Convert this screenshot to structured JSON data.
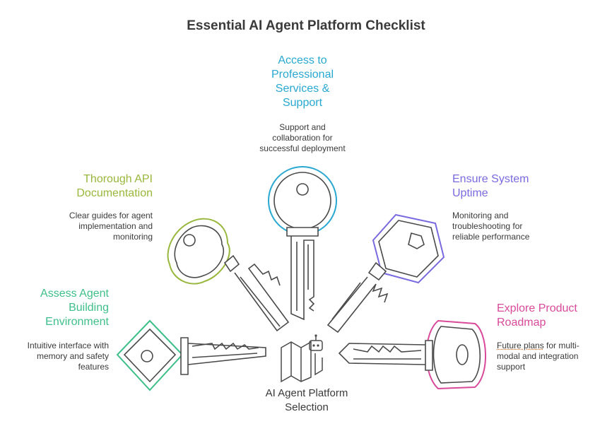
{
  "title": "Essential AI Agent Platform Checklist",
  "center_label": "AI Agent Platform\nSelection",
  "colors": {
    "support": "#29a8d1",
    "api": "#98b73c",
    "uptime": "#7a6ae0",
    "assess": "#3fbf8a",
    "roadmap": "#d94a9a",
    "outline": "#4a4a4a"
  },
  "items": {
    "support": {
      "heading": "Access to\nProfessional\nServices &\nSupport",
      "description": "Support and\ncollaboration for\nsuccessful deployment"
    },
    "api": {
      "heading": "Thorough API\nDocumentation",
      "description": "Clear guides for agent\nimplementation and\nmonitoring"
    },
    "uptime": {
      "heading": "Ensure System\nUptime",
      "description": "Monitoring and\ntroubleshooting for\nreliable performance"
    },
    "assess": {
      "heading": "Assess Agent\nBuilding\nEnvironment",
      "description": "Intuitive interface with\nmemory and safety\nfeatures"
    },
    "roadmap": {
      "heading": "Explore Product\nRoadmap",
      "description_first": "Future plans",
      "description_rest": " for multi-\nmodal and integration\nsupport"
    }
  }
}
